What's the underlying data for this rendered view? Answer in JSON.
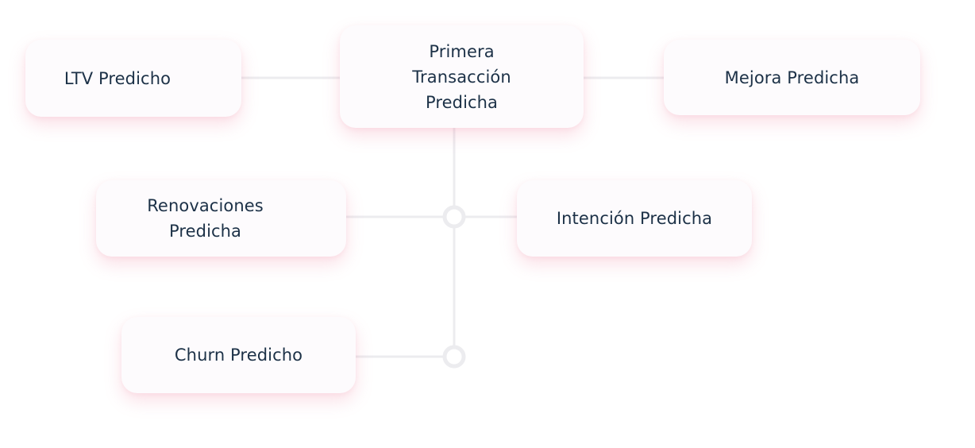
{
  "diagram": {
    "nodes": {
      "ltv": "LTV Predicho",
      "primera": "Primera Transacción Predicha",
      "mejora": "Mejora Predicha",
      "renovaciones": "Renovaciones Predicha",
      "intencion": "Intención Predicha",
      "churn": "Churn Predicho"
    },
    "colors": {
      "node_text": "#1c3147",
      "node_background": "#fdfbfd",
      "connector": "#ececef",
      "shadow": "#ec7896"
    }
  }
}
